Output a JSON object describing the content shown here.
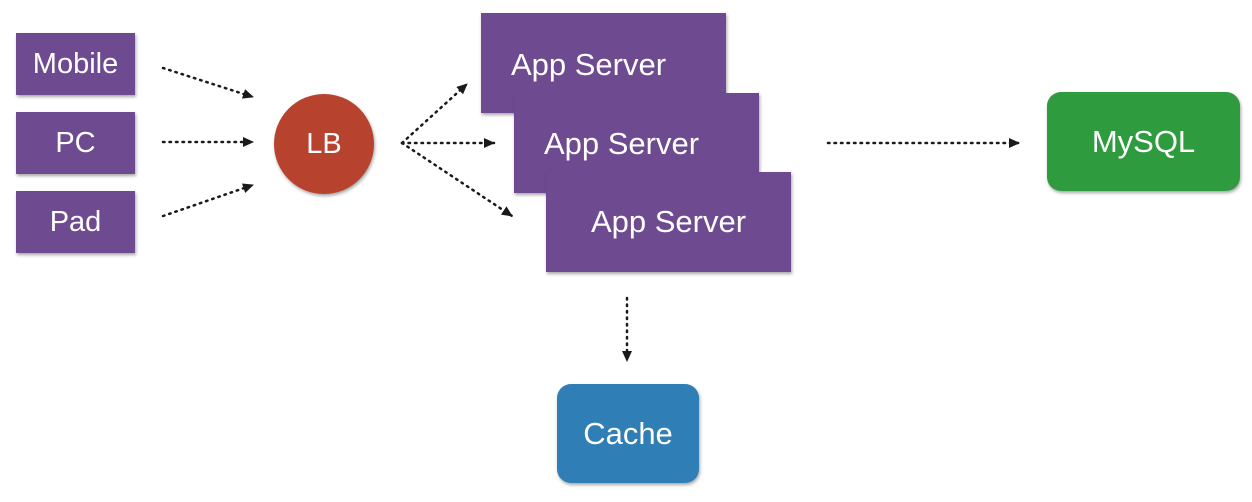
{
  "colors": {
    "client": "#6e4a90",
    "server": "#6e4a90",
    "lb": "#b7432e",
    "mysql": "#2e9b3e",
    "cache": "#2f7eb5",
    "connector": "#1a1a1a"
  },
  "clients": [
    {
      "label": "Mobile"
    },
    {
      "label": "PC"
    },
    {
      "label": "Pad"
    }
  ],
  "load_balancer": {
    "label": "LB"
  },
  "app_servers": [
    {
      "label": "App Server"
    },
    {
      "label": "App Server"
    },
    {
      "label": "App Server"
    }
  ],
  "database": {
    "label": "MySQL"
  },
  "cache": {
    "label": "Cache"
  },
  "edges": [
    {
      "from": "Mobile",
      "to": "LB"
    },
    {
      "from": "PC",
      "to": "LB"
    },
    {
      "from": "Pad",
      "to": "LB"
    },
    {
      "from": "LB",
      "to": "App Server"
    },
    {
      "from": "LB",
      "to": "App Server"
    },
    {
      "from": "LB",
      "to": "App Server"
    },
    {
      "from": "App Server",
      "to": "MySQL"
    },
    {
      "from": "App Server",
      "to": "Cache"
    }
  ]
}
